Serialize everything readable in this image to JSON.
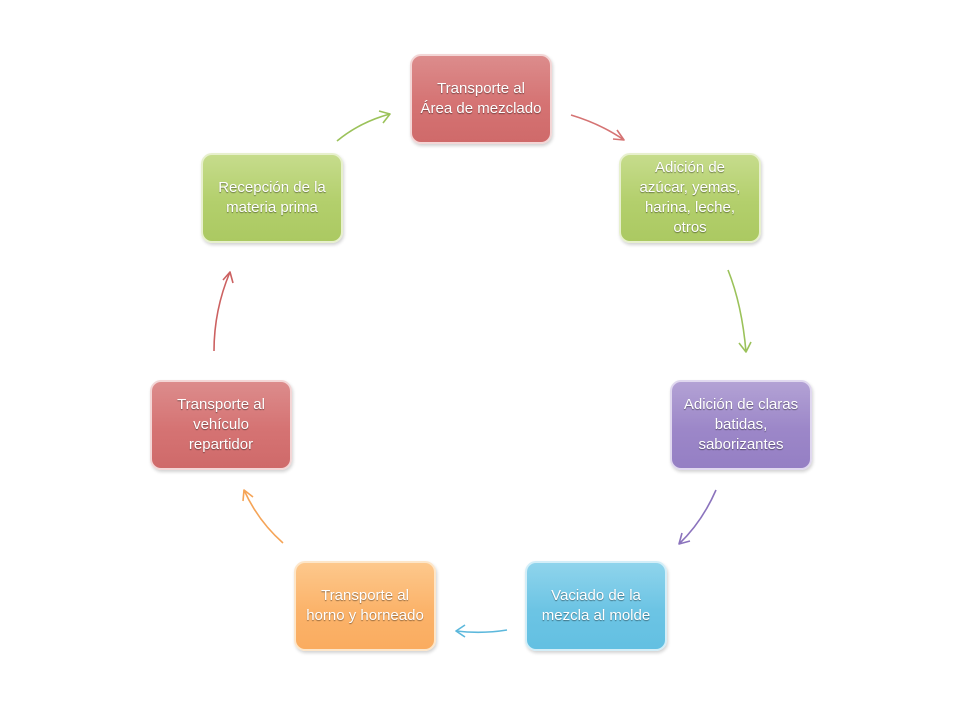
{
  "nodes": [
    {
      "id": "mix",
      "label": "Transporte al Área de mezclado"
    },
    {
      "id": "add1",
      "label": "Adición de azúcar, yemas, harina, leche, otros"
    },
    {
      "id": "add2",
      "label": "Adición de claras batidas, saborizantes"
    },
    {
      "id": "pour",
      "label": "Vaciado de la mezcla al molde"
    },
    {
      "id": "oven",
      "label": "Transporte al horno y horneado"
    },
    {
      "id": "truck",
      "label": "Transporte al vehículo repartidor"
    },
    {
      "id": "recv",
      "label": "Recepción de la materia prima"
    }
  ],
  "colors": {
    "red": "#d57373",
    "green": "#b3cf6c",
    "purple": "#9c87c8",
    "blue": "#6cc4e4",
    "orange": "#fbb36a"
  },
  "arrows": [
    {
      "from": "mix",
      "to": "add1",
      "color": "#d57373"
    },
    {
      "from": "add1",
      "to": "add2",
      "color": "#9bc25a"
    },
    {
      "from": "add2",
      "to": "pour",
      "color": "#8b73bd"
    },
    {
      "from": "pour",
      "to": "oven",
      "color": "#5cb8dc"
    },
    {
      "from": "oven",
      "to": "truck",
      "color": "#f5a457"
    },
    {
      "from": "truck",
      "to": "recv",
      "color": "#cc6161"
    },
    {
      "from": "recv",
      "to": "mix",
      "color": "#9bc25a"
    }
  ]
}
